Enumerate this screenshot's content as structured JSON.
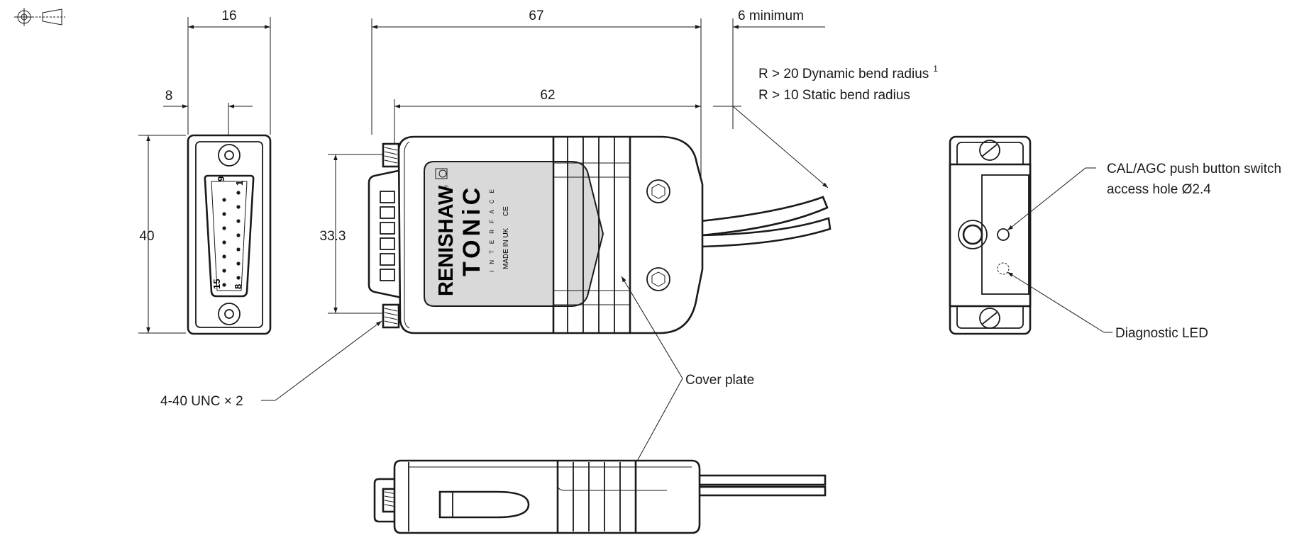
{
  "dimensions": {
    "width_16": "16",
    "width_8": "8",
    "height_40": "40",
    "length_67": "67",
    "length_62": "62",
    "clearance_6": "6 minimum",
    "height_33_3": "33.3"
  },
  "annotations": {
    "bend_dynamic": "R > 20 Dynamic bend radius",
    "bend_dynamic_footnote": "1",
    "bend_static": "R > 10 Static bend radius",
    "cal_agc_line1": "CAL/AGC push button switch",
    "cal_agc_line2": "access hole Ø2.4",
    "diagnostic_led": "Diagnostic LED",
    "cover_plate": "Cover plate",
    "thread": "4-40 UNC × 2"
  },
  "connector_label": {
    "brand": "RENISHAW",
    "registered": "®",
    "product": "TONiC",
    "subtitle": "INTERFACE",
    "origin": "MADE IN UK",
    "ce_mark": "CE"
  },
  "pin_numbers": {
    "pin_9": "9",
    "pin_1": "1",
    "pin_15": "15",
    "pin_8": "8"
  },
  "projection_symbol": "third-angle-projection-icon"
}
